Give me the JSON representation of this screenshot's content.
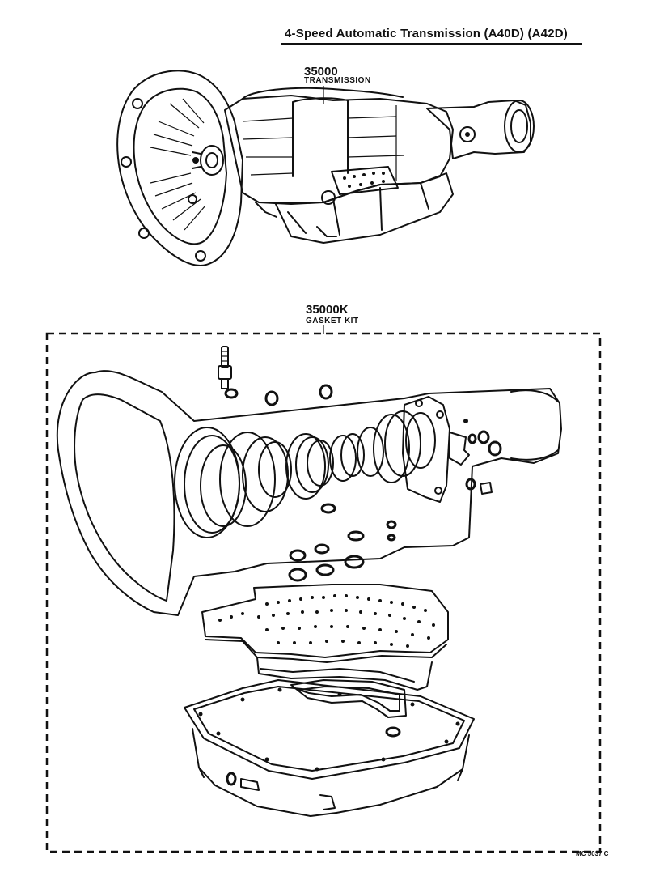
{
  "header": {
    "title": "4-Speed Automatic Transmission (A40D) (A42D)"
  },
  "parts": [
    {
      "number": "35000",
      "name": "TRANSMISSION"
    },
    {
      "number": "35000K",
      "name": "GASKET KIT"
    }
  ],
  "figure_code": "MC 5037 C"
}
